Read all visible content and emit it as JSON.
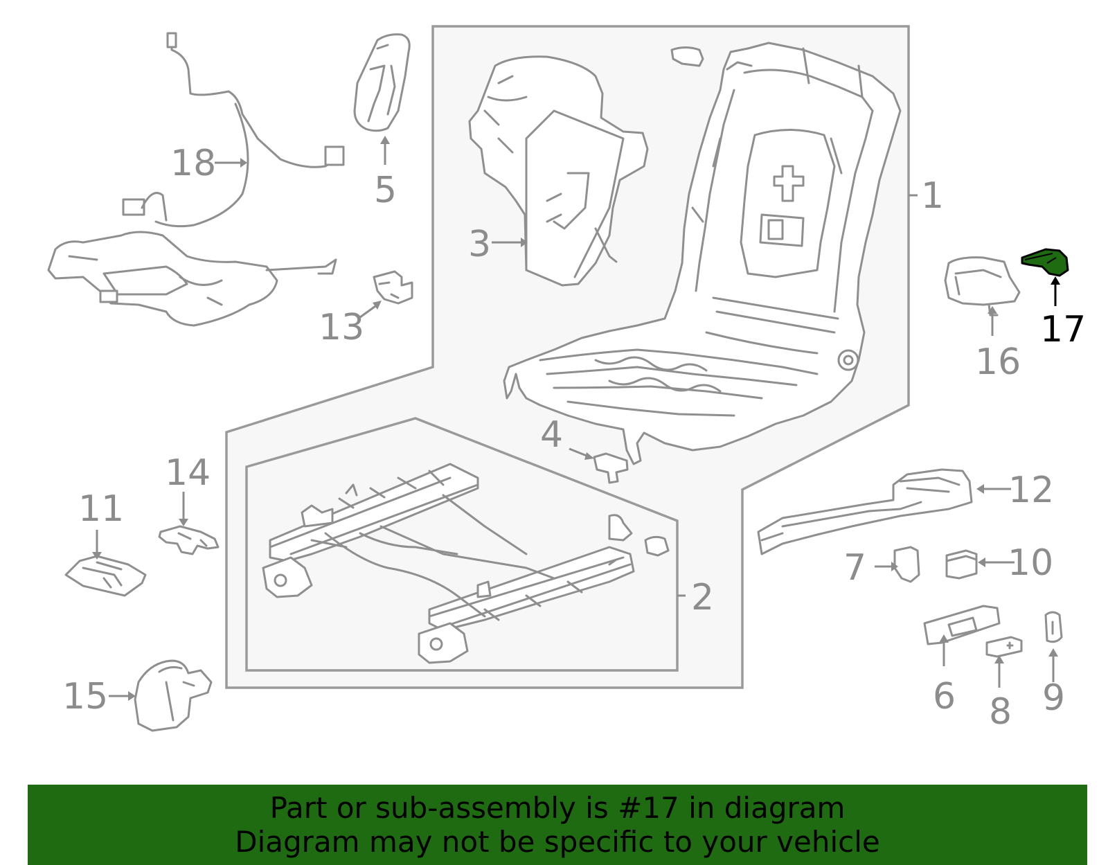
{
  "colors": {
    "part_stroke": "#8f8f8f",
    "group_fill": "#f7f7f7",
    "highlight_part": "#1e6b12",
    "banner_background": "#1e6b12",
    "banner_text": "#000000"
  },
  "highlighted_part": "17",
  "callouts": {
    "p1": "1",
    "p2": "2",
    "p3": "3",
    "p4": "4",
    "p5": "5",
    "p6": "6",
    "p7": "7",
    "p8": "8",
    "p9": "9",
    "p10": "10",
    "p11": "11",
    "p12": "12",
    "p13": "13",
    "p14": "14",
    "p15": "15",
    "p16": "16",
    "p17": "17",
    "p18": "18"
  },
  "banner": {
    "line1": "Part or sub-assembly is #17 in diagram",
    "line2": "Diagram may not be specific to your vehicle"
  }
}
